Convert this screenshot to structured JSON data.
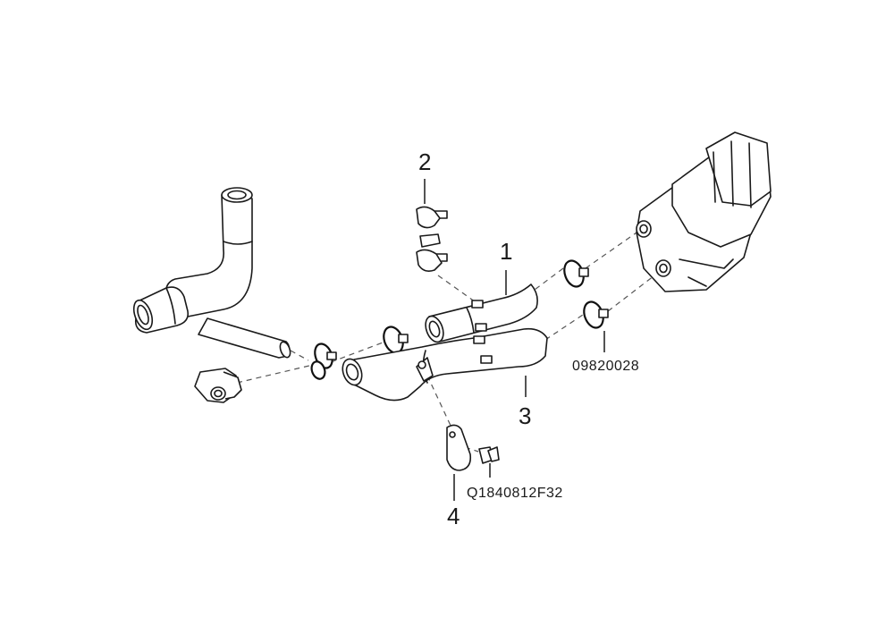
{
  "callouts": {
    "c1": "1",
    "c2": "2",
    "c3": "3",
    "c4": "4"
  },
  "part_codes": {
    "clamp_code": "09820028",
    "bolt_code": "Q1840812F32"
  },
  "colors": {
    "ink": "#1a1a1a",
    "background": "#ffffff"
  }
}
